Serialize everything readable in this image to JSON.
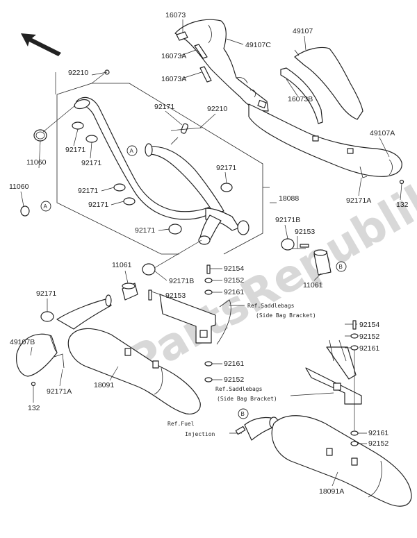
{
  "watermark": "PartsRepublik",
  "refs": {
    "a": "A",
    "b": "B"
  },
  "labels": {
    "l16073": "16073",
    "l16073A": "16073A",
    "l16073A2": "16073A",
    "l49107C": "49107C",
    "l49107": "49107",
    "l16073B": "16073B",
    "l49107A": "49107A",
    "l92210a": "92210",
    "l92210b": "92210",
    "l92171a": "92171",
    "l92171b": "92171",
    "l92171c": "92171",
    "l92171d": "92171",
    "l92171e": "92171",
    "l92171f": "92171",
    "l92171g": "92171",
    "l92171h": "92171",
    "l11060a": "11060",
    "l11060b": "11060",
    "l18088": "18088",
    "l92171B1": "92171B",
    "l92153a": "92153",
    "l92171A1": "92171A",
    "l132a": "132",
    "l11061a": "11061",
    "l11061b": "11061",
    "l92154a": "92154",
    "l92171B2": "92171B",
    "l92152a": "92152",
    "l92161a": "92161",
    "l92153b": "92153",
    "l92161b": "92161",
    "l92152b": "92152",
    "l49107B": "49107B",
    "l92171A2": "92171A",
    "l18091": "18091",
    "l132b": "132",
    "l92154b": "92154",
    "l92152c": "92152",
    "l92161c": "92161",
    "l92161d": "92161",
    "l92152d": "92152",
    "l18091A": "18091A"
  },
  "annotations": {
    "saddle1_l1": "Ref.Saddlebags",
    "saddle1_l2": "(Side Bag Bracket)",
    "saddle2_l1": "Ref.Saddlebags",
    "saddle2_l2": "(Side Bag Bracket)",
    "fuel_l1": "Ref.Fuel",
    "fuel_l2": "Injection"
  }
}
